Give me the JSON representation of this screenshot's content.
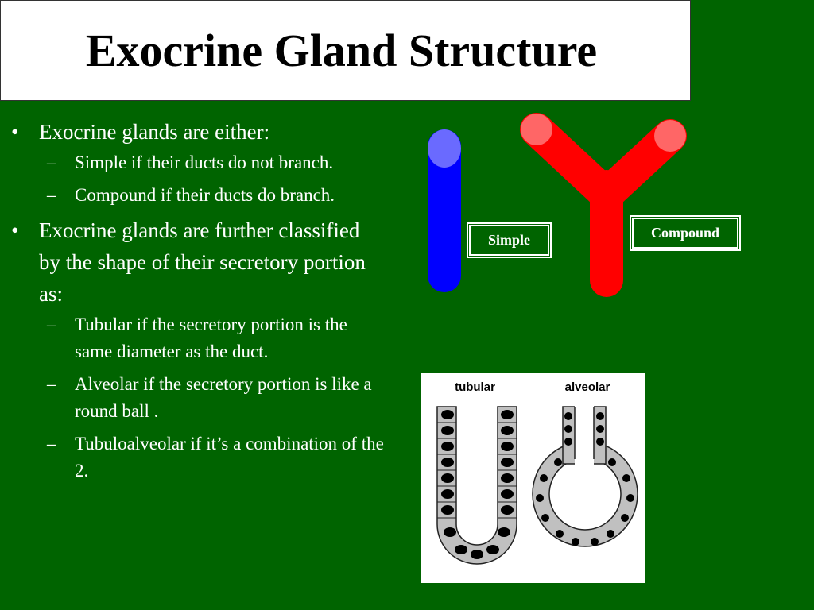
{
  "title": "Exocrine Gland Structure",
  "bullets": [
    {
      "text": "Exocrine glands are either:",
      "subs": [
        "Simple if their ducts do not branch.",
        "Compound if their ducts do branch."
      ]
    },
    {
      "text": "Exocrine glands are further classified by the shape of their secretory portion as:",
      "subs": [
        "Tubular if the secretory portion is the same diameter as the duct.",
        "Alveolar if the secretory portion is like a round ball .",
        "Tubuloalveolar if it’s a combination of the 2."
      ]
    }
  ],
  "bullet_marker": "•",
  "sub_marker": "–",
  "labels": {
    "simple": "Simple",
    "compound": "Compound"
  },
  "figure": {
    "tubular": "tubular",
    "alveolar": "alveolar"
  },
  "colors": {
    "background": "#006400",
    "simple_duct": "#0000ff",
    "compound_duct": "#ff0000"
  }
}
